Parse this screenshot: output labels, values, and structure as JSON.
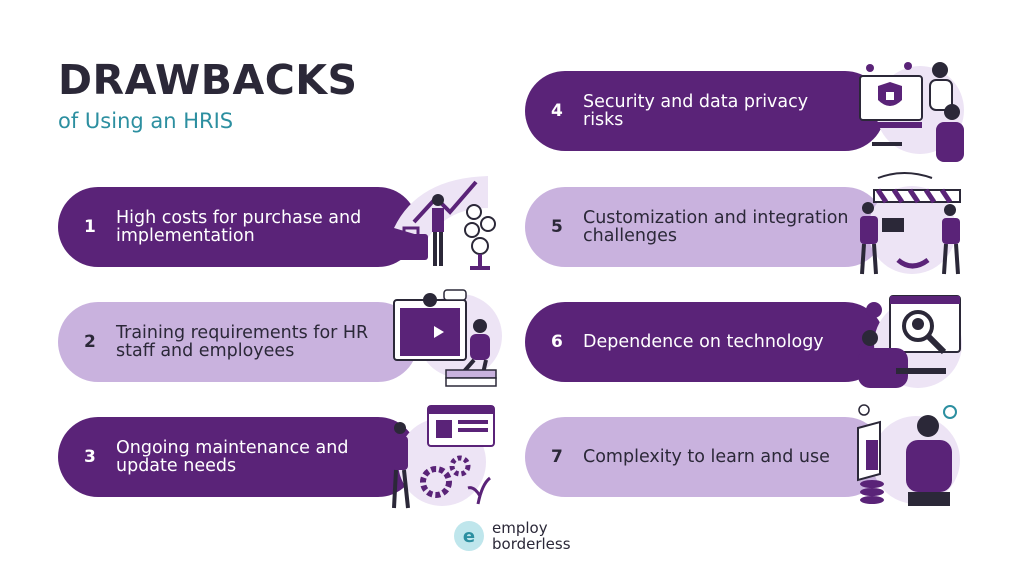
{
  "heading": {
    "title": "DRAWBACKS",
    "subtitle": "of Using an HRIS"
  },
  "items": [
    {
      "num": "1",
      "label": "High costs for purchase and implementation",
      "illustration": "cost-illustration-icon"
    },
    {
      "num": "2",
      "label": "Training requirements for HR staff and employees",
      "illustration": "training-illustration-icon"
    },
    {
      "num": "3",
      "label": "Ongoing maintenance and update needs",
      "illustration": "maintenance-illustration-icon"
    },
    {
      "num": "4",
      "label": "Security and data privacy risks",
      "illustration": "security-illustration-icon"
    },
    {
      "num": "5",
      "label": "Customization and integration challenges",
      "illustration": "integration-illustration-icon"
    },
    {
      "num": "6",
      "label": "Dependence on technology",
      "illustration": "technology-illustration-icon"
    },
    {
      "num": "7",
      "label": "Complexity to learn and use",
      "illustration": "complexity-illustration-icon"
    }
  ],
  "brand": {
    "line1": "employ",
    "line2": "borderless",
    "badge": "e"
  },
  "colors": {
    "dark": "#5a2378",
    "light": "#c9b2de",
    "title": "#2b2838",
    "accent": "#2c8fa0"
  }
}
